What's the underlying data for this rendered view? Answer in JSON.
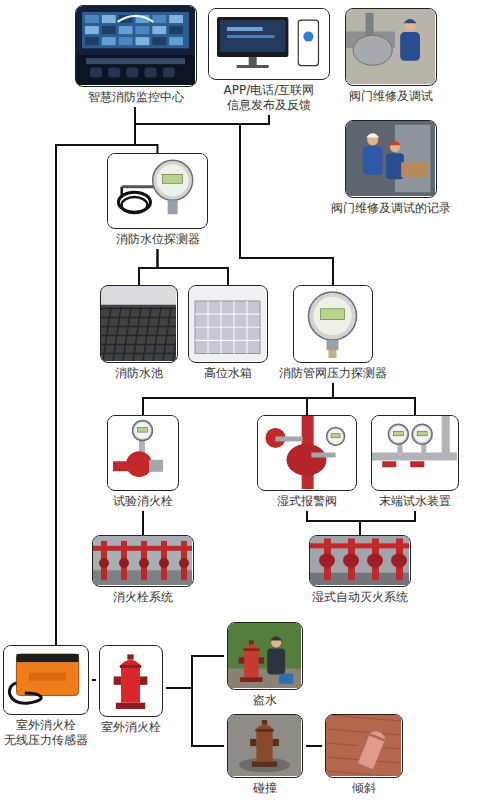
{
  "diagram": {
    "nodes": [
      {
        "text": [
          "智慧消防监控中心"
        ]
      },
      {
        "text": [
          "APP/电话/互联网 信息发布及反馈"
        ]
      },
      {
        "text": [
          "阀门维修及调试"
        ]
      },
      {
        "text": [
          "阀门维修及调试的记录"
        ]
      },
      {
        "text": [
          "消防水位探测器"
        ]
      },
      {
        "text": [
          "消防水池"
        ]
      },
      {
        "text": [
          "高位水箱"
        ]
      },
      {
        "text": [
          "消防管网压力探测器"
        ]
      },
      {
        "text": [
          "试验消火栓"
        ]
      },
      {
        "text": [
          "湿式报警阀"
        ]
      },
      {
        "text": [
          "末端试水装置"
        ]
      },
      {
        "text": [
          "消火栓系统"
        ]
      },
      {
        "text": [
          "湿式自动灭火系统"
        ]
      },
      {
        "text": [
          "室外消火栓 无线压力传感器"
        ]
      },
      {
        "text": [
          "室外消火栓"
        ]
      },
      {
        "text": [
          "盗水"
        ]
      },
      {
        "text": [
          "碰撞"
        ]
      },
      {
        "text": [
          "倾斜"
        ]
      }
    ],
    "edges": [
      {
        "from": 0,
        "to": 1,
        "arrow": "none"
      },
      {
        "from": 0,
        "to": 4,
        "arrow": "none"
      },
      {
        "from": 0,
        "to": 7,
        "arrow": "none"
      },
      {
        "from": 0,
        "to": 13,
        "arrow": "none"
      },
      {
        "from": 4,
        "to": 5,
        "arrow": "none"
      },
      {
        "from": 4,
        "to": 6,
        "arrow": "none"
      },
      {
        "from": 7,
        "to": 8,
        "arrow": "none"
      },
      {
        "from": 7,
        "to": 9,
        "arrow": "none"
      },
      {
        "from": 7,
        "to": 10,
        "arrow": "none"
      },
      {
        "from": 8,
        "to": 11,
        "arrow": "none"
      },
      {
        "from": 9,
        "to": 12,
        "arrow": "none"
      },
      {
        "from": 10,
        "to": 12,
        "arrow": "none"
      },
      {
        "from": 13,
        "to": 14,
        "arrow": "none"
      },
      {
        "from": 14,
        "to": 15,
        "arrow": "none"
      },
      {
        "from": 14,
        "to": 16,
        "arrow": "none"
      },
      {
        "from": 16,
        "to": 17,
        "arrow": "none"
      }
    ]
  }
}
